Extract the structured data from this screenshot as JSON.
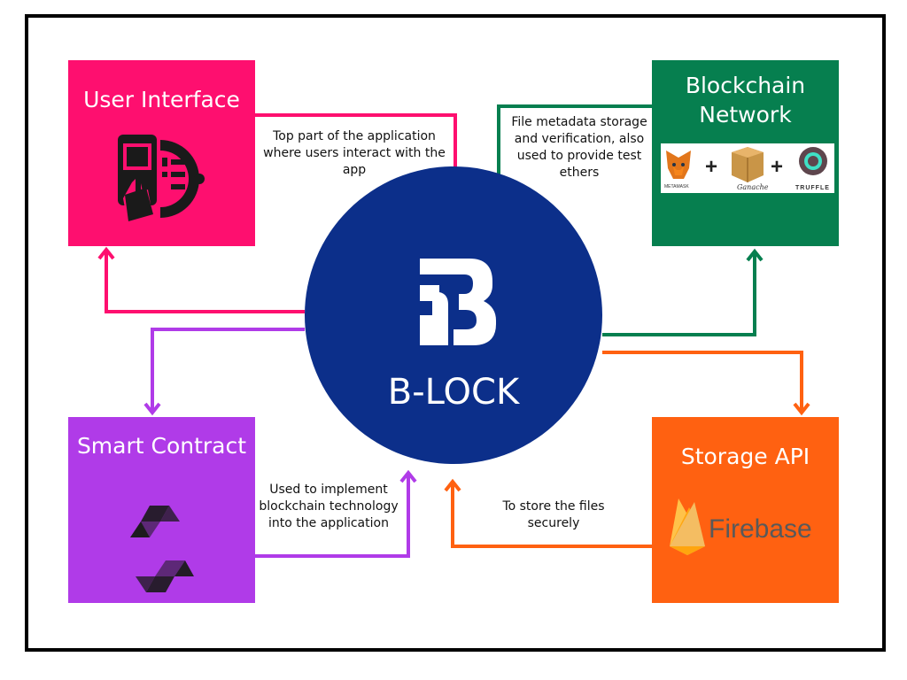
{
  "center": {
    "label": "B-LOCK"
  },
  "user_interface": {
    "title": "User Interface",
    "note": "Top part of the application where users interact with the app"
  },
  "blockchain": {
    "title": "Blockchain Network",
    "note": "File metadata storage and verification, also used to provide test ethers",
    "logos": {
      "metamask": "METAMASK",
      "ganache": "Ganache",
      "truffle": "TRUFFLE",
      "plus": "+"
    }
  },
  "smart_contract": {
    "title": "Smart Contract",
    "note": "Used to implement blockchain technology into the application"
  },
  "storage": {
    "title": "Storage API",
    "note": "To store the files securely",
    "logo_text": "Firebase"
  },
  "colors": {
    "pink": "#fe0f6f",
    "green": "#067f4f",
    "purple": "#b03be8",
    "orange": "#ff6111",
    "navy": "#0c2f8a"
  },
  "icons": [
    "touchscreen-gear-icon",
    "b-lock-logo-icon",
    "metamask-fox-icon",
    "ganache-icon",
    "truffle-icon",
    "solidity-icon",
    "firebase-flame-icon"
  ]
}
